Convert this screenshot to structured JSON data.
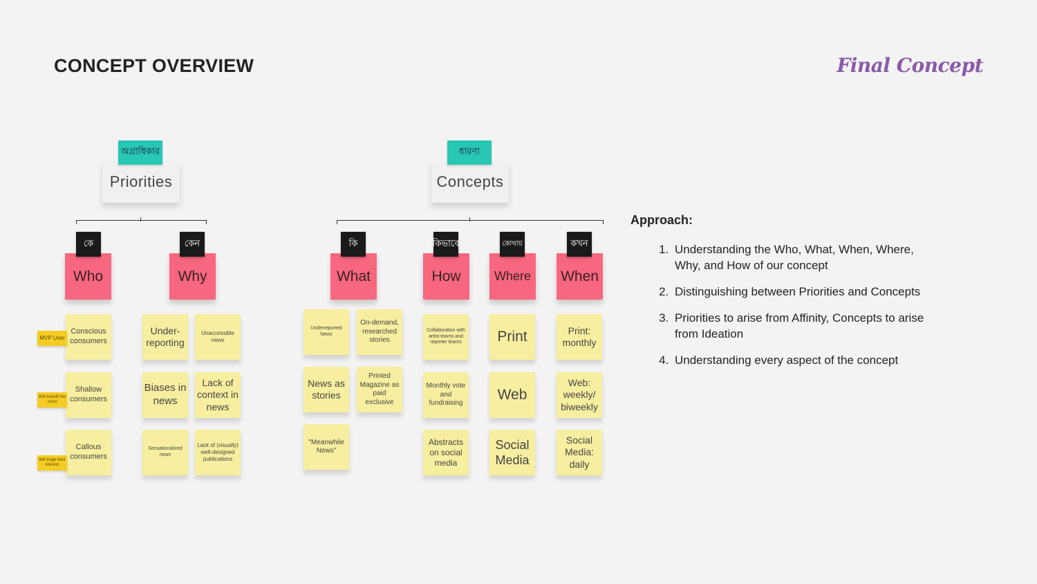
{
  "title": "CONCEPT OVERVIEW",
  "brand": "Final Concept",
  "colors": {
    "brand": "#8a5aa8",
    "teal": "#27c7b3",
    "pink": "#f7677f",
    "sticky": "#f7ee9f",
    "tag": "#f5cc21"
  },
  "priorities": {
    "tag": "অগ্রাধিকার",
    "label": "Priorities",
    "who": {
      "tag": "কে",
      "label": "Who",
      "notes": [
        "Conscious consumers",
        "Shallow consumers",
        "Callous consumers"
      ],
      "side_tags": [
        "MVP User",
        "Will benefit the most",
        "Will tingle their interest"
      ]
    },
    "why": {
      "tag": "কেন",
      "label": "Why",
      "notes": [
        "Under-reporting",
        "Unaccessible news",
        "Biases in news",
        "Lack of context in news",
        "Sensationalized news",
        "Lack of (visually) well-designed publications"
      ]
    }
  },
  "concepts": {
    "tag": "ধারণা",
    "label": "Concepts",
    "what": {
      "tag": "কি",
      "label": "What",
      "notes": [
        "Underreported News",
        "On-demand, researched stories",
        "News as stories",
        "Printed Magazine as paid exclusive",
        "\"Meanwhile News\""
      ]
    },
    "how": {
      "tag": "কিভাবে",
      "label": "How",
      "notes": [
        "Collaboration with artist teams and reporter teams",
        "Monthly vote and fundraising",
        "Abstracts on social media"
      ]
    },
    "where": {
      "tag": "কোথায়",
      "label": "Where",
      "notes": [
        "Print",
        "Web",
        "Social Media"
      ]
    },
    "when": {
      "tag": "কখন",
      "label": "When",
      "notes": [
        "Print: monthly",
        "Web: weekly/ biweekly",
        "Social Media: daily"
      ]
    }
  },
  "approach": {
    "heading": "Approach:",
    "items": [
      "Understanding the Who, What, When, Where, Why, and How of our concept",
      "Distinguishing between Priorities and Concepts",
      "Priorities to arise from Affinity, Concepts to arise from Ideation",
      "Understanding every aspect of the concept"
    ]
  }
}
